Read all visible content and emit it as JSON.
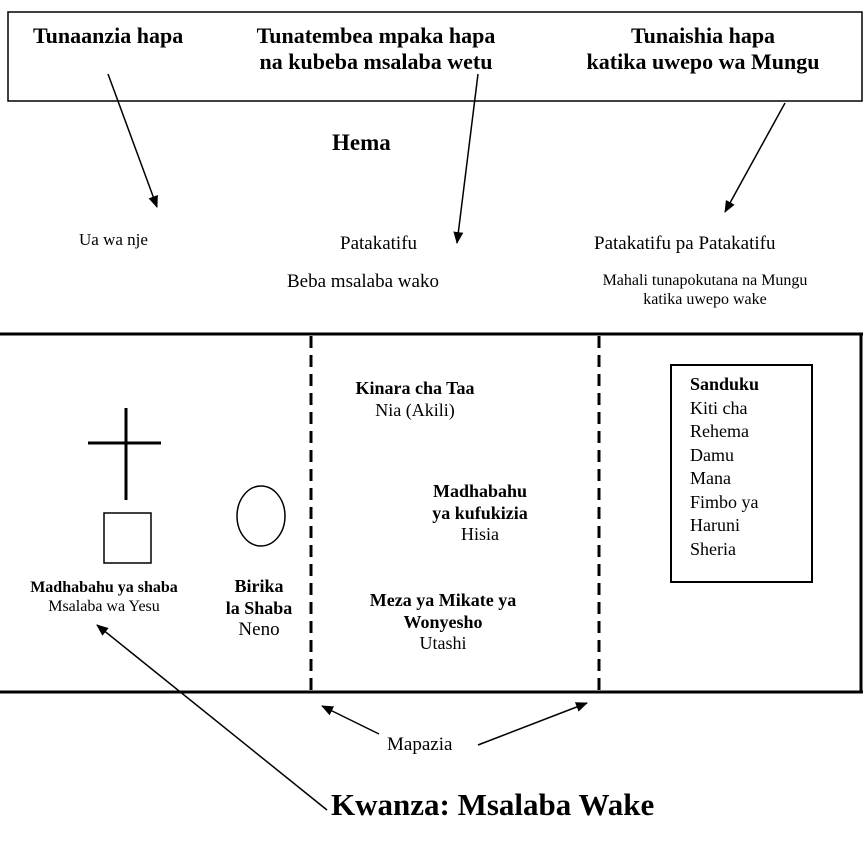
{
  "header": {
    "start": "Tunaanzia hapa",
    "middle": [
      "Tunatembea mpaka hapa",
      "na kubeba msalaba wetu"
    ],
    "end": [
      "Tunaishia hapa",
      "katika uwepo wa Mungu"
    ]
  },
  "title": "Hema",
  "zones": {
    "outer": {
      "name": "Ua wa nje"
    },
    "holy": {
      "name": "Patakatifu",
      "caption": "Beba msalaba wako"
    },
    "holiest": {
      "name": "Patakatifu pa Patakatifu",
      "caption": [
        "Mahali tunapokutana na Mungu",
        "katika uwepo wake"
      ]
    }
  },
  "outer_items": {
    "altar": {
      "name": "Madhabahu ya shaba",
      "meaning": "Msalaba wa Yesu"
    },
    "laver": {
      "name": [
        "Birika",
        "la Shaba"
      ],
      "meaning": "Neno"
    }
  },
  "holy_items": {
    "lampstand": {
      "name": "Kinara cha Taa",
      "meaning": "Nia (Akili)"
    },
    "incense": {
      "name": [
        "Madhabahu",
        "ya kufukizia"
      ],
      "meaning": "Hisia"
    },
    "table": {
      "name": [
        "Meza ya Mikate ya",
        "Wonyesho"
      ],
      "meaning": "Utashi"
    }
  },
  "ark": {
    "title": "Sanduku",
    "lines": [
      "Kiti cha",
      "Rehema",
      "Damu",
      "Mana",
      "Fimbo ya",
      "Haruni",
      "Sheria"
    ]
  },
  "veils_label": "Mapazia",
  "footer": "Kwanza: Msalaba Wake"
}
